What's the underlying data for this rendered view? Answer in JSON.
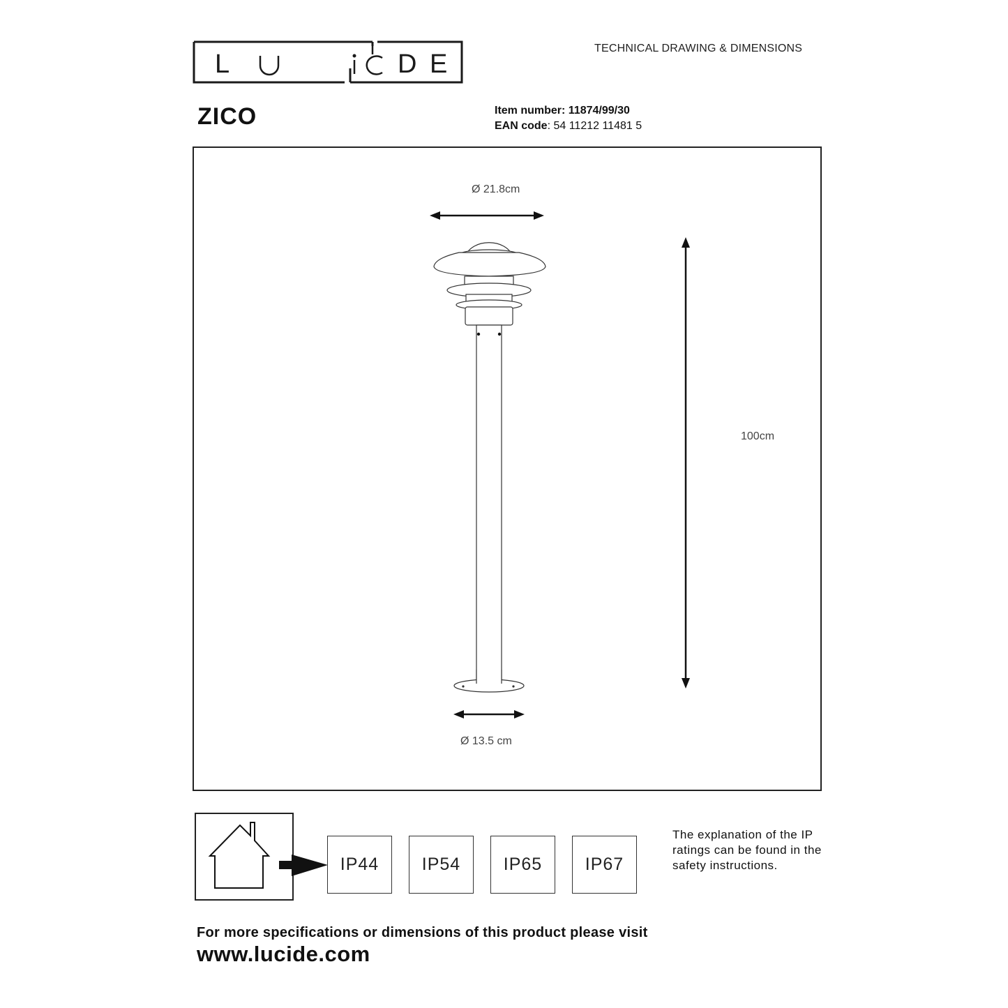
{
  "header": {
    "brand_letters": [
      "L",
      "U",
      "C",
      "i",
      "D",
      "E"
    ],
    "doc_type": "TECHNICAL DRAWING & DIMENSIONS"
  },
  "product": {
    "name": "ZICO",
    "item_number_label": "Item number:",
    "item_number": "11874/99/30",
    "ean_label": "EAN code",
    "ean_value": ": 54 11212 11481 5"
  },
  "drawing": {
    "top_diameter": "Ø 21.8cm",
    "height": "100cm",
    "base_diameter": "Ø 13.5 cm"
  },
  "ip_ratings": {
    "options": [
      "IP44",
      "IP54",
      "IP65",
      "IP67"
    ],
    "note": "The explanation of the IP ratings can be found in the safety instructions."
  },
  "footer": {
    "line": "For more specifications or dimensions of this product please visit",
    "url": "www.lucide.com"
  }
}
